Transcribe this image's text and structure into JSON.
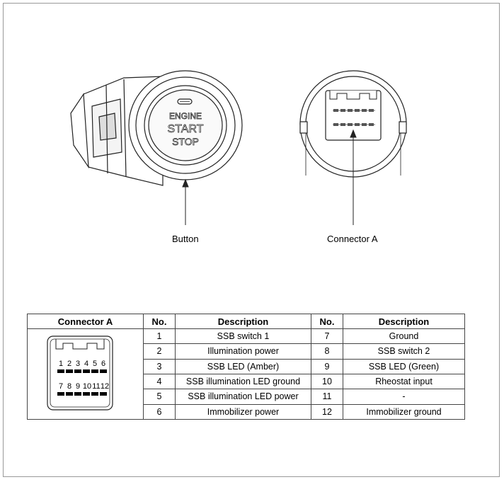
{
  "labels": {
    "button": "Button",
    "connector": "Connector A"
  },
  "button_face": [
    "ENGINE",
    "START",
    "STOP"
  ],
  "connector_pins": {
    "top_row": [
      "1",
      "2",
      "3",
      "4",
      "5",
      "6"
    ],
    "bottom_row": [
      "7",
      "8",
      "9",
      "10",
      "11",
      "12"
    ]
  },
  "table": {
    "headers": [
      "Connector A",
      "No.",
      "Description",
      "No.",
      "Description"
    ],
    "rows": [
      {
        "no1": "1",
        "desc1": "SSB switch 1",
        "no2": "7",
        "desc2": "Ground"
      },
      {
        "no1": "2",
        "desc1": "Illumination power",
        "no2": "8",
        "desc2": "SSB switch 2"
      },
      {
        "no1": "3",
        "desc1": "SSB LED (Amber)",
        "no2": "9",
        "desc2": "SSB LED (Green)"
      },
      {
        "no1": "4",
        "desc1": "SSB illumination LED ground",
        "no2": "10",
        "desc2": "Rheostat input"
      },
      {
        "no1": "5",
        "desc1": "SSB illumination LED power",
        "no2": "11",
        "desc2": "-"
      },
      {
        "no1": "6",
        "desc1": "Immobilizer power",
        "no2": "12",
        "desc2": "Immobilizer ground"
      }
    ]
  }
}
